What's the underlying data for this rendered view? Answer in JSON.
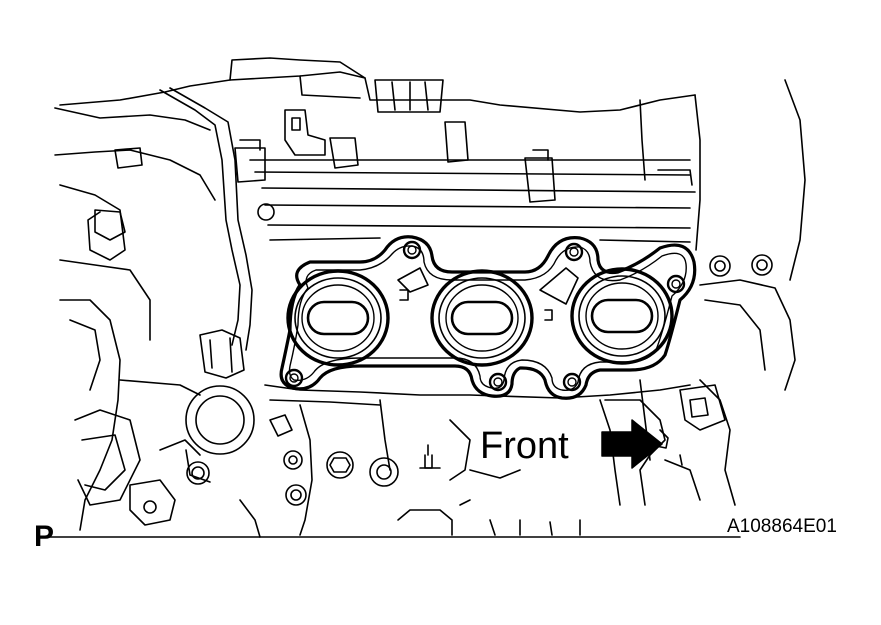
{
  "labels": {
    "front": "Front",
    "corner_letter": "P",
    "figure_id": "A108864E01"
  },
  "colors": {
    "line": "#000000",
    "background": "#ffffff"
  }
}
